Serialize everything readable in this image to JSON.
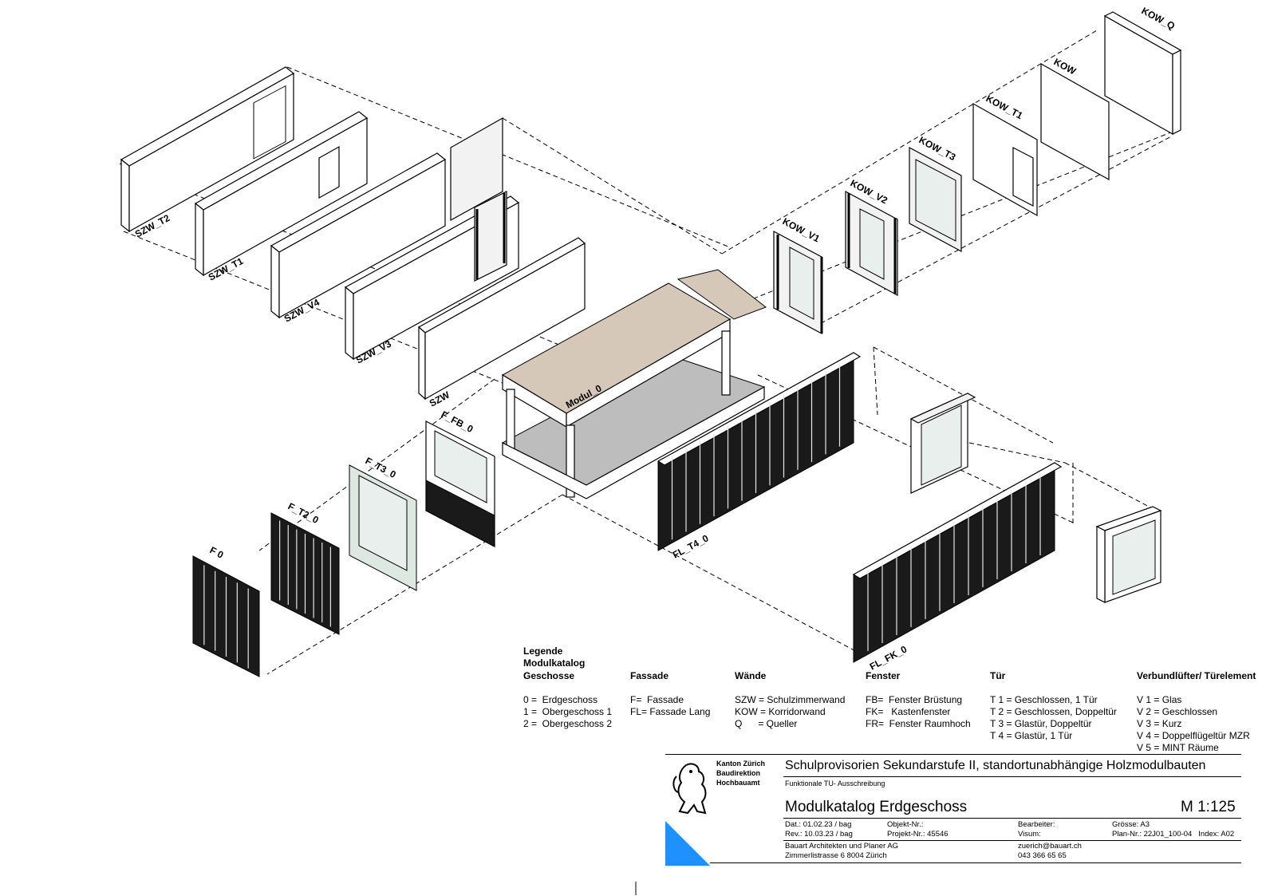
{
  "modules": {
    "szw_t2": "SZW_T2",
    "szw_t1": "SZW_T1",
    "szw_v4": "SZW_V4",
    "szw_v3": "SZW_V3",
    "szw": "SZW",
    "modul_0": "Modul_0",
    "kow_v1": "KOW_V1",
    "kow_v2": "KOW_V2",
    "kow_t3": "KOW_T3",
    "kow_t1": "KOW_T1",
    "kow": "KOW",
    "kow_q": "KOW_Q",
    "f_fb_0": "F_FB_0",
    "f_t3_0": "F_T3_0",
    "f_t2_0": "F_T2_0",
    "f_0": "F 0",
    "fl_t4_0": "FL_T4_0",
    "fl_fk_0": "FL_FK_0"
  },
  "legend": {
    "title": "Legende Modulkatalog :",
    "columns": [
      {
        "heading": "Geschosse",
        "items": [
          "0 =  Erdgeschoss",
          "1 =  Obergeschoss 1",
          "2 =  Obergeschoss 2"
        ]
      },
      {
        "heading": "Fassade",
        "items": [
          "F=  Fassade",
          "FL= Fassade Lang"
        ]
      },
      {
        "heading": "Wände",
        "items": [
          "SZW = Schulzimmerwand",
          "KOW = Korridorwand",
          "Q      = Queller"
        ]
      },
      {
        "heading": "Fenster",
        "items": [
          "FB=  Fenster Brüstung",
          "FK=   Kastenfenster",
          "FR=  Fenster Raumhoch"
        ]
      },
      {
        "heading": "Tür",
        "items": [
          "T 1 = Geschlossen, 1 Tür",
          "T 2 = Geschlossen, Doppeltür",
          "T 3 = Glastür, Doppeltür",
          "T 4 = Glastür, 1 Tür"
        ]
      },
      {
        "heading": "Verbundlüfter/ Türelement",
        "items": [
          "V 1 = Glas",
          "V 2 = Geschlossen",
          "V 3 = Kurz",
          "V 4 = Doppelflügeltür MZR",
          "V 5 = MINT Räume"
        ]
      }
    ]
  },
  "titleblock": {
    "logo_lines": [
      "Kanton Zürich",
      "Baudirektion",
      "Hochbauamt"
    ],
    "project": "Schulprovisorien Sekundarstufe II, standortunabhängige Holzmodulbauten",
    "subtitle": "Funktionale TU- Ausschreibung",
    "sheet_title": "Modulkatalog Erdgeschoss",
    "scale": "M  1:125",
    "dat": "Dat.: 01.02.23 / bag",
    "rev": "Rev.: 10.03.23 / bag",
    "objekt": "Objekt-Nr.:",
    "projekt": "Projekt-Nr.: 45546",
    "bearbeiter": "Bearbeiter:",
    "visum": "Visum:",
    "groesse": "Grösse: A3",
    "plan": "Plan-Nr.: 22J01_100-04",
    "index": "Index: A02",
    "office1": "Bauart Architekten und Planer AG",
    "office2": "Zimmerlistrasse 6 8004 Zürich",
    "email": "zuerich@bauart.ch",
    "phone": "043 366 65 65"
  },
  "colors": {
    "accent": "#1e90ff",
    "roof": "#d6c8b8",
    "floor": "#bdbdbd"
  }
}
